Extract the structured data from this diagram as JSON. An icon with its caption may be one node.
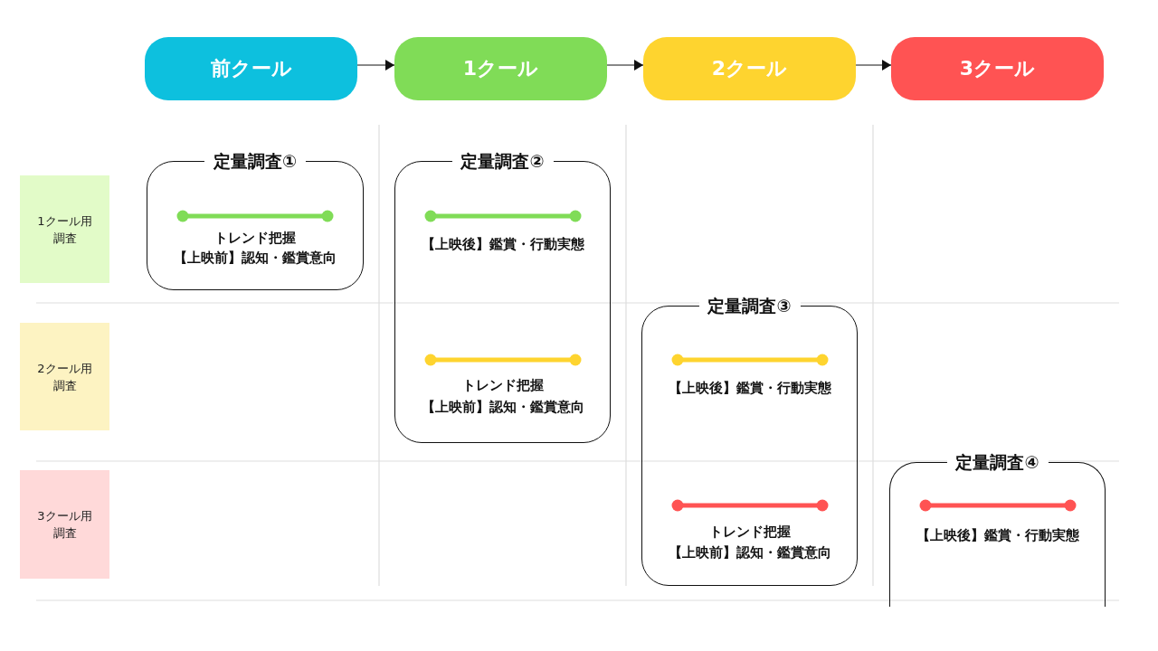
{
  "diagram": {
    "nodes": [
      {
        "text": [
          "前クール"
        ]
      },
      {
        "text": [
          "1クール"
        ]
      },
      {
        "text": [
          "2クール"
        ]
      },
      {
        "text": [
          "3クール"
        ]
      },
      {
        "text": [
          "1クール用調査"
        ]
      },
      {
        "text": [
          "2クール用調査"
        ]
      },
      {
        "text": [
          "3クール用調査"
        ]
      },
      {
        "text": [
          "定量調査①",
          "トレンド把握",
          "【上映前】認知・鑑賞意向"
        ]
      },
      {
        "text": [
          "定量調査②",
          "【上映後】鑑賞・行動実態",
          "トレンド把握",
          "【上映前】認知・鑑賞意向"
        ]
      },
      {
        "text": [
          "定量調査③",
          "【上映後】鑑賞・行動実態",
          "トレンド把握",
          "【上映前】認知・鑑賞意向"
        ]
      },
      {
        "text": [
          "定量調査④",
          "【上映後】鑑賞・行動実態"
        ]
      }
    ],
    "edges": [
      {
        "from": 0,
        "to": 1,
        "arrow": "to"
      },
      {
        "from": 1,
        "to": 2,
        "arrow": "to"
      },
      {
        "from": 2,
        "to": 3,
        "arrow": "to"
      }
    ]
  }
}
